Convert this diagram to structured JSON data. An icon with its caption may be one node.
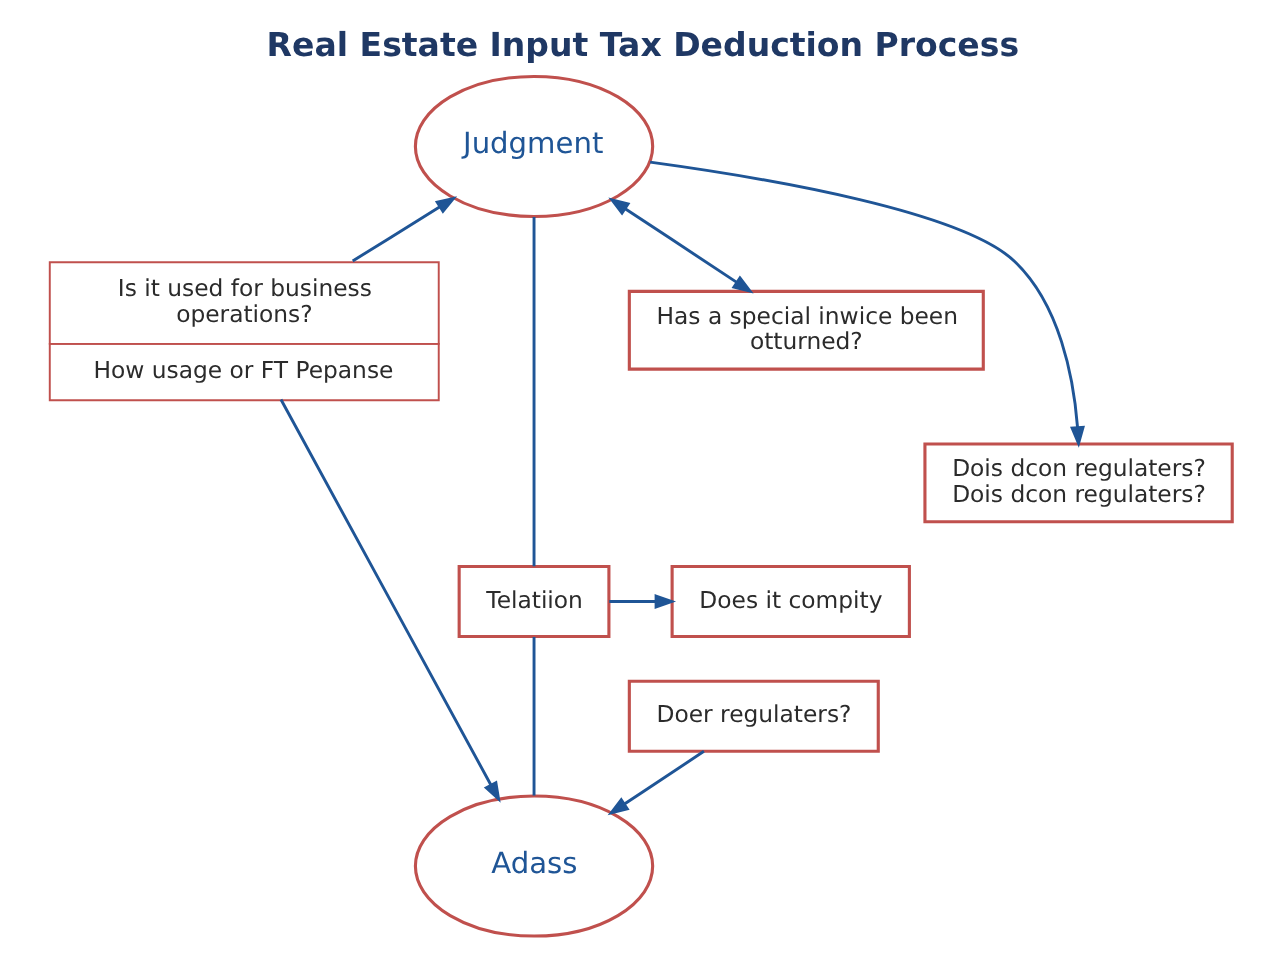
{
  "diagram": {
    "title": "Real Estate Input Tax Deduction Process",
    "nodes": [
      {
        "text": [
          "Judgment"
        ]
      },
      {
        "text": [
          "Is it used for business operations?",
          "How usage or FT Pepanse"
        ]
      },
      {
        "text": [
          "Has a special inwice been otturned?"
        ]
      },
      {
        "text": [
          "Dois dcon regulaters?",
          "Dois dcon regulaters?"
        ]
      },
      {
        "text": [
          "Telatiion"
        ]
      },
      {
        "text": [
          "Does it compity"
        ]
      },
      {
        "text": [
          "Doer regulaters?"
        ]
      },
      {
        "text": [
          "Adass"
        ]
      }
    ],
    "edges": [
      {
        "from": 1,
        "to": 0,
        "arrow": "to"
      },
      {
        "from": 0,
        "to": 4,
        "arrow": "none"
      },
      {
        "from": 0,
        "to": 2,
        "arrow": "both"
      },
      {
        "from": 0,
        "to": 3,
        "arrow": "to"
      },
      {
        "from": 4,
        "to": 7,
        "arrow": "none"
      },
      {
        "from": 4,
        "to": 5,
        "arrow": "to"
      },
      {
        "from": 1,
        "to": 7,
        "arrow": "to"
      },
      {
        "from": 6,
        "to": 7,
        "arrow": "to"
      }
    ]
  }
}
